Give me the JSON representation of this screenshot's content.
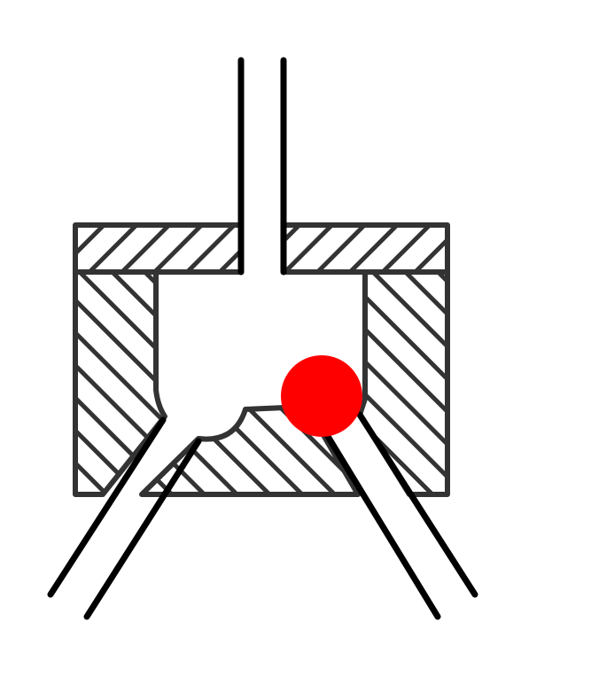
{
  "diagram": {
    "kind": "shuttle-valve-cross-section",
    "labels": [],
    "colors": {
      "background": "#ffffff",
      "outline": "#333333",
      "hatch": "#333333",
      "pipe": "#000000",
      "ball": "#ff0000"
    },
    "parts": {
      "top_port": "top-inlet-pipe",
      "left_port": "left-outlet-pipe",
      "right_port": "right-outlet-pipe",
      "ball": "ball-check",
      "seat": "valve-seat"
    }
  }
}
